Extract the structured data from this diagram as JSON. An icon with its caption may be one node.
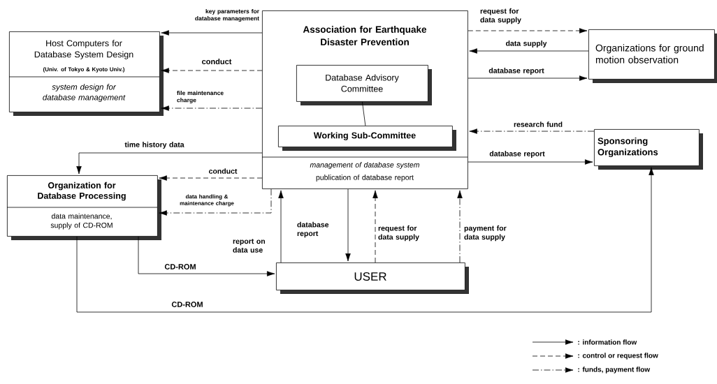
{
  "diagram": {
    "nodes": [
      {
        "text": [
          "Host Computers for Database System Design",
          "(Univ. of Tokyo & Kyoto Univ.)",
          "system design for database management"
        ]
      },
      {
        "text": [
          "Association for Earthquake Disaster Prevention",
          "management of database system",
          "publication of database report"
        ]
      },
      {
        "text": [
          "Database Advisory Committee"
        ],
        "in": 1
      },
      {
        "text": [
          "Working Sub-Committee"
        ],
        "in": 1
      },
      {
        "text": [
          "Organizations for ground motion observation"
        ]
      },
      {
        "text": [
          "Sponsoring Organizations"
        ]
      },
      {
        "text": [
          "Organization for Database Processing",
          "data maintenance, supply of CD-ROM"
        ]
      },
      {
        "text": [
          "USER"
        ]
      }
    ],
    "edges": [
      {
        "from": 1,
        "to": 0,
        "arrow": "to",
        "label": "key parameters for database management"
      },
      {
        "from": 1,
        "to": 0,
        "arrow": "to",
        "label": "conduct",
        "style": "dashed"
      },
      {
        "from": 1,
        "to": 0,
        "arrow": "to",
        "label": "file maintenance charge",
        "style": "dashed"
      },
      {
        "from": 1,
        "to": 4,
        "arrow": "to",
        "label": "request for data supply",
        "style": "dashed"
      },
      {
        "from": 4,
        "to": 1,
        "arrow": "to",
        "label": "data supply"
      },
      {
        "from": 1,
        "to": 4,
        "arrow": "to",
        "label": "database report"
      },
      {
        "from": 2,
        "to": 3,
        "arrow": "none"
      },
      {
        "from": 5,
        "to": 1,
        "arrow": "to",
        "label": "research fund",
        "style": "dashed"
      },
      {
        "from": 1,
        "to": 5,
        "arrow": "to",
        "label": "database report"
      },
      {
        "from": 1,
        "to": 6,
        "arrow": "to",
        "label": "time history data"
      },
      {
        "from": 1,
        "to": 6,
        "arrow": "to",
        "label": "conduct",
        "style": "dashed"
      },
      {
        "from": 1,
        "to": 6,
        "arrow": "to",
        "label": "data handling & maintenance charge",
        "style": "dashed"
      },
      {
        "from": 7,
        "to": 1,
        "arrow": "to",
        "label": "report on data use"
      },
      {
        "from": 1,
        "to": 7,
        "arrow": "to",
        "label": "database report"
      },
      {
        "from": 7,
        "to": 1,
        "arrow": "to",
        "label": "request for data supply",
        "style": "dashed"
      },
      {
        "from": 7,
        "to": 1,
        "arrow": "to",
        "label": "payment for data supply",
        "style": "dashed"
      },
      {
        "from": 6,
        "to": 7,
        "arrow": "to",
        "label": "CD-ROM"
      },
      {
        "from": 6,
        "to": 5,
        "arrow": "to",
        "label": "CD-ROM"
      }
    ],
    "legend": [
      {
        "text": ": information flow"
      },
      {
        "text": ": control or request flow"
      },
      {
        "text": ": funds, payment flow"
      }
    ]
  }
}
